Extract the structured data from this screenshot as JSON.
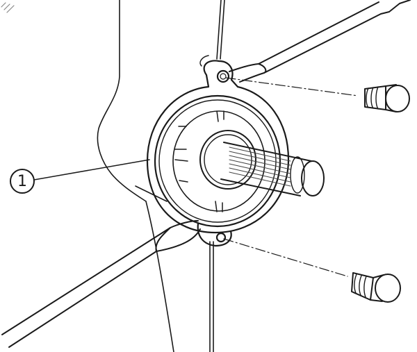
{
  "diagram": {
    "type": "exploded-assembly-illustration",
    "subject": "shaft housing removal with two screwdrivers and retaining bolts",
    "callouts": [
      {
        "number": "1",
        "label": "①"
      }
    ],
    "parts": [
      {
        "id": "housing",
        "name": "bearing/seal housing"
      },
      {
        "id": "shaft",
        "name": "splined shaft"
      },
      {
        "id": "bolt-upper",
        "name": "upper retaining bolt"
      },
      {
        "id": "bolt-lower",
        "name": "lower retaining bolt"
      },
      {
        "id": "screwdriver-upper",
        "name": "upper prying screwdriver"
      },
      {
        "id": "screwdriver-lower",
        "name": "lower prying screwdriver"
      }
    ],
    "colors": {
      "line": "#1a1a1a",
      "background": "#ffffff"
    }
  }
}
